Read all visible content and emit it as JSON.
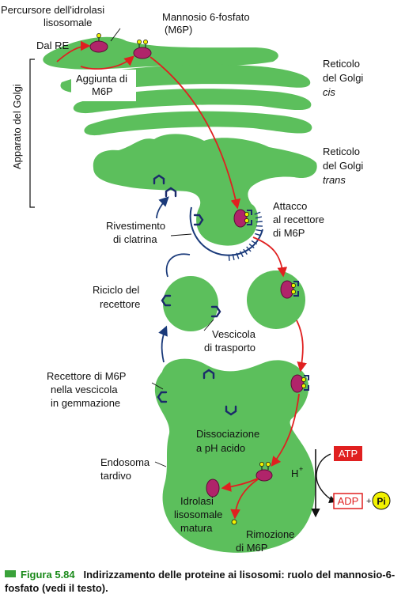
{
  "labels": {
    "precursor_l1": "Percursore dell'idrolasi",
    "precursor_l2": "lisosomale",
    "m6p_l1": "Mannosio 6-fosfato",
    "m6p_l2": "(M6P)",
    "from_er": "Dal RE",
    "add_m6p_l1": "Aggiunta di",
    "add_m6p_l2": "M6P",
    "golgi_apparatus": "Apparato del Golgi",
    "cis_l1": "Reticolo",
    "cis_l2": "del Golgi",
    "cis_l3": "cis",
    "trans_l1": "Reticolo",
    "trans_l2": "del Golgi",
    "trans_l3": "trans",
    "attach_l1": "Attacco",
    "attach_l2": "al recettore",
    "attach_l3": "di M6P",
    "clathrin_l1": "Rivestimento",
    "clathrin_l2": "di clatrina",
    "recycling_l1": "Riciclo del",
    "recycling_l2": "recettore",
    "transport_l1": "Vescicola",
    "transport_l2": "di trasporto",
    "receptor_l1": "Recettore di M6P",
    "receptor_l2": "nella vescicola",
    "receptor_l3": "in gemmazione",
    "dissoc_l1": "Dissociazione",
    "dissoc_l2": "a pH acido",
    "late_endo_l1": "Endosoma",
    "late_endo_l2": "tardivo",
    "proton": "H",
    "proton_sup": "+",
    "atp": "ATP",
    "adp": "ADP",
    "plus": "+",
    "pi": "Pi",
    "mature_l1": "Idrolasi",
    "mature_l2": "lisosomale",
    "mature_l3": "matura",
    "removal_l1": "Rimozione",
    "removal_l2": "di M6P"
  },
  "caption": {
    "figure": "Figura 5.84",
    "text": "Indirizzamento delle proteine ai lisosomi: ruolo del mannosio-6-fosfato (vedi il testo)."
  },
  "colors": {
    "membrane_green": "#5cbf5c",
    "hydrolase_magenta": "#b0246a",
    "receptor_navy": "#1a2a6a",
    "arrow_red": "#e02020",
    "arrow_blue": "#1a3a7a",
    "atp_red": "#e02020",
    "pi_yellow": "#f2f200"
  }
}
